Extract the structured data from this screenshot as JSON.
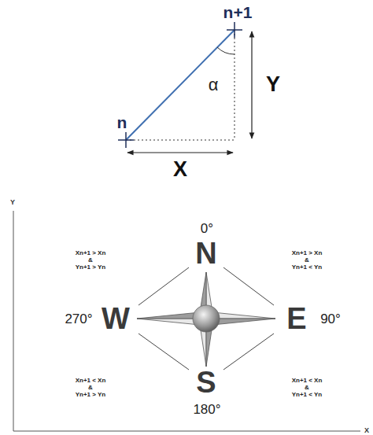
{
  "diagram": {
    "labels": [
      "n+1",
      "α",
      "Y",
      "n",
      "X",
      "Y",
      "0°",
      "N",
      "Xn+1 > Xn & Yn+1 > Yn",
      "Xn+1 > Xn & Yn+1 < Yn",
      "270°",
      "W",
      "E",
      "90°",
      "Xn+1 < Xn & Yn+1 > Yn",
      "Xn+1 < Xn & Yn+1 < Yn",
      "S",
      "180°",
      "X"
    ]
  }
}
